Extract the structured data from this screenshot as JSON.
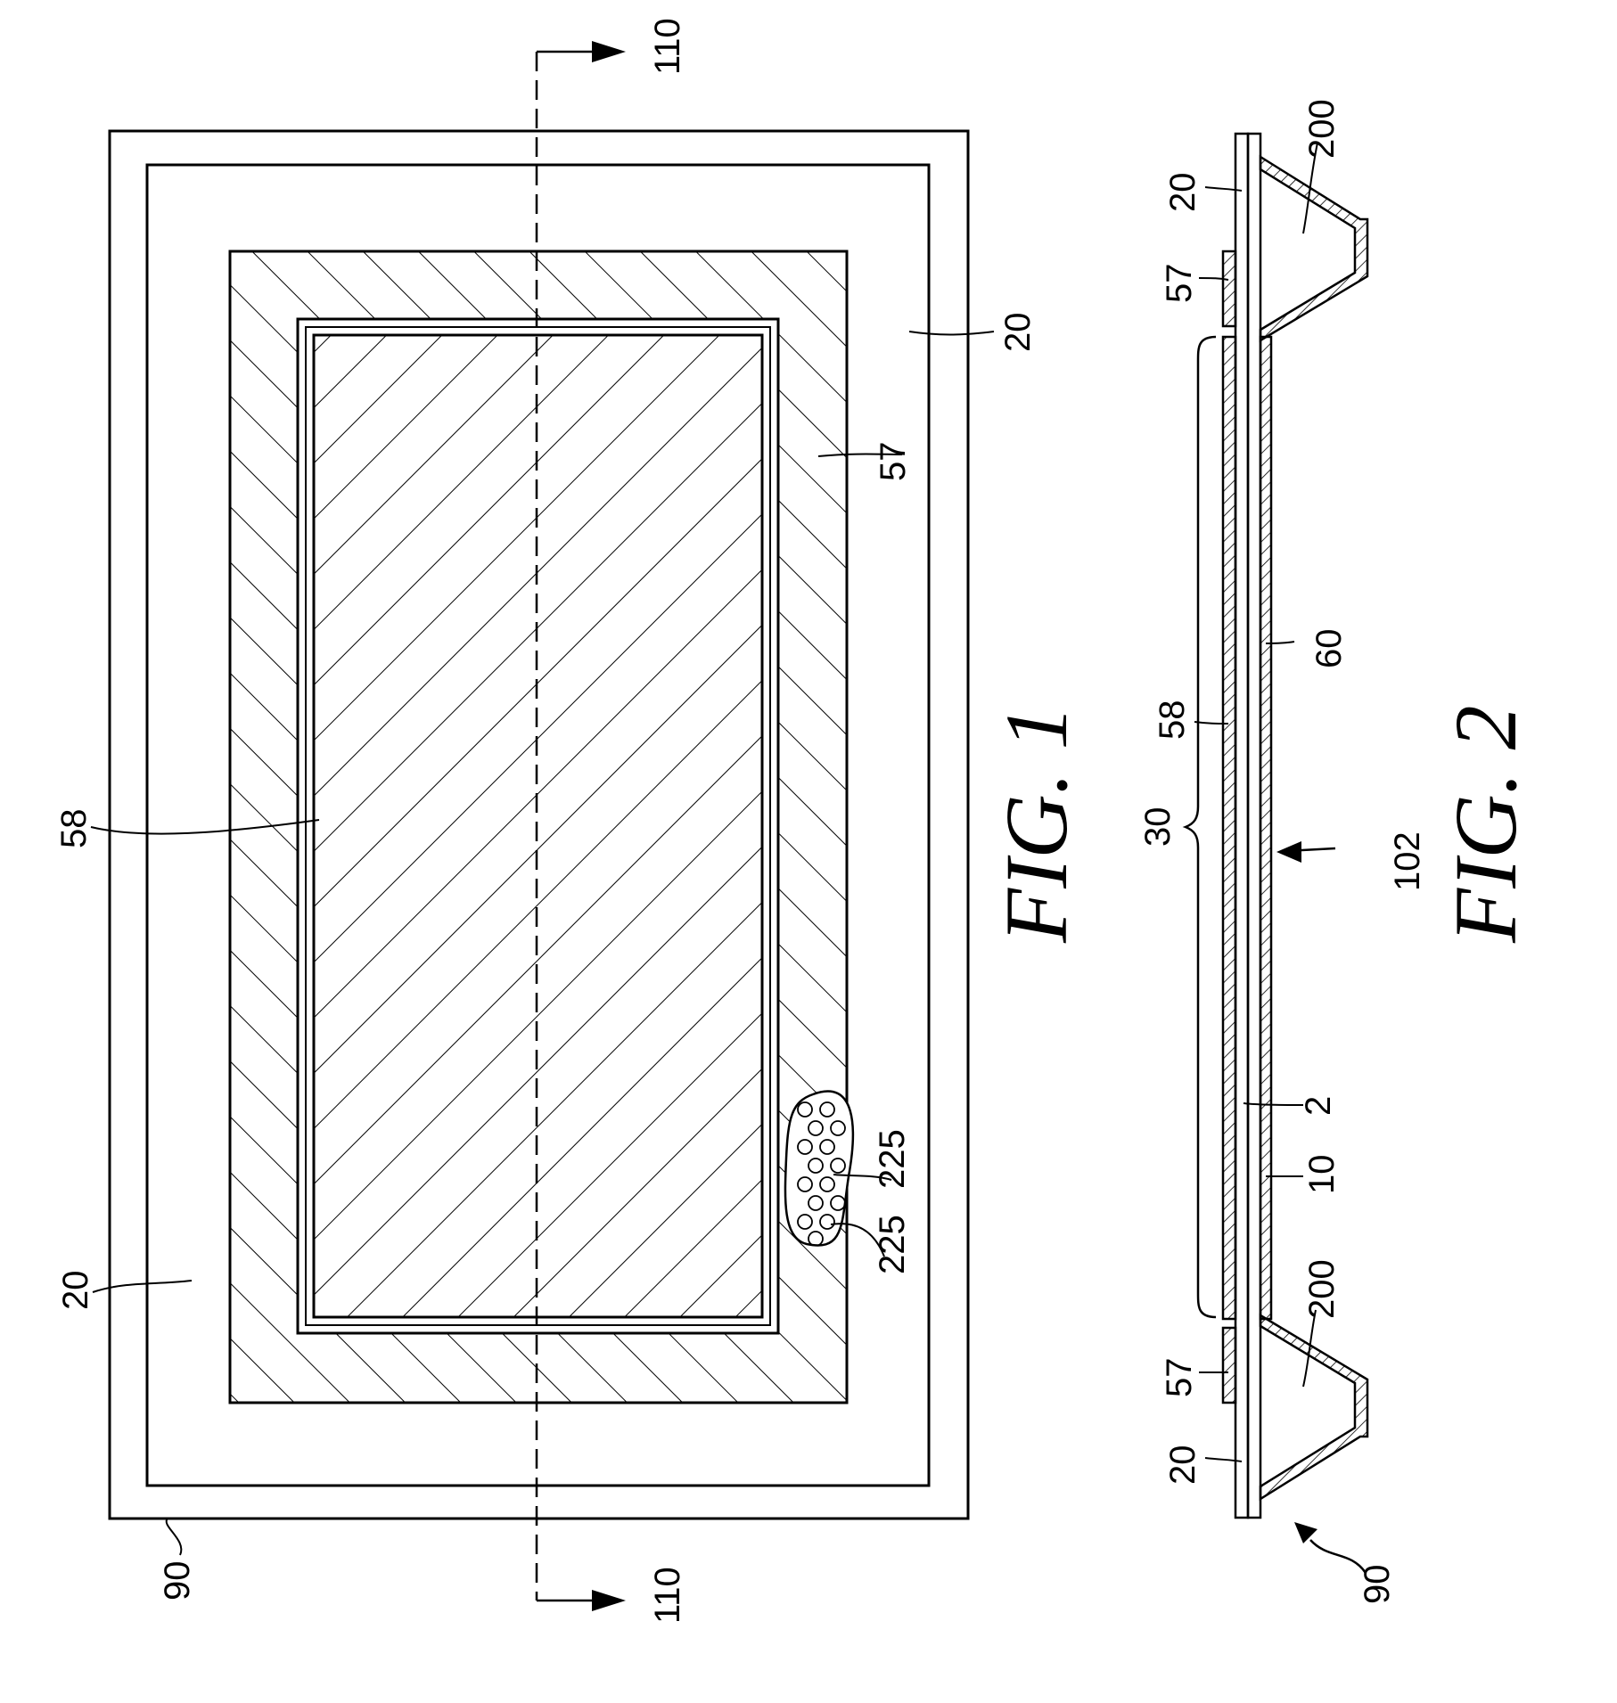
{
  "figure1": {
    "caption": "FIG. 1",
    "labels": {
      "outer_border": "90",
      "section_top": "110",
      "section_bottom": "110",
      "layer_20_left": "20",
      "layer_20_right": "20",
      "hatched_57": "57",
      "inner_58": "58",
      "dot_a": "225",
      "dot_b": "225"
    }
  },
  "figure2": {
    "caption": "FIG. 2",
    "labels": {
      "ref_200_top": "200",
      "ref_20_top": "20",
      "ref_57_top": "57",
      "ref_60": "60",
      "ref_58": "58",
      "ref_30": "30",
      "ref_102": "102",
      "ref_2": "2",
      "ref_10": "10",
      "ref_200_bottom": "200",
      "ref_57_bottom": "57",
      "ref_20_bottom": "20",
      "ref_90": "90"
    }
  }
}
